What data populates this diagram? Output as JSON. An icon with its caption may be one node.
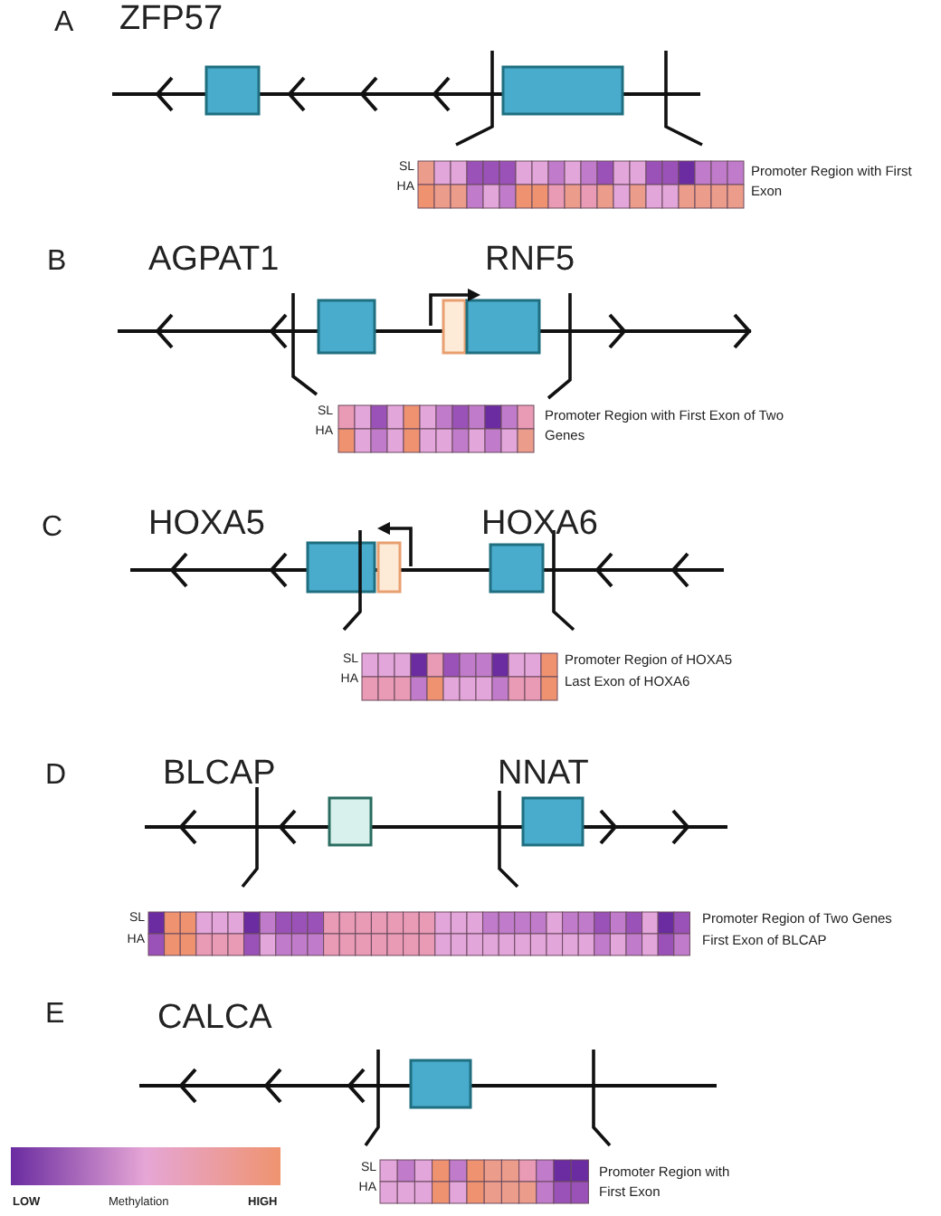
{
  "diagram": {
    "nodes": [
      {
        "text": [],
        "shape": "bar"
      }
    ],
    "labels": [
      "A",
      "ZFP57",
      "SL",
      "HA",
      "Promoter Region with First Exon",
      "B",
      "AGPAT1",
      "RNF5",
      "SL",
      "HA",
      "Promoter Region with First Exon of Two Genes",
      "C",
      "HOXA5",
      "HOXA6",
      "SL",
      "HA",
      "Promoter Region of HOXA5",
      "Last Exon of HOXA6",
      "D",
      "BLCAP",
      "NNAT",
      "SL",
      "HA",
      "Promoter Region of Two Genes",
      "First Exon of BLCAP",
      "E",
      "CALCA",
      "SL",
      "HA",
      "Promoter Region with First Exon",
      "LOW",
      "Methylation",
      "HIGH"
    ]
  }
}
